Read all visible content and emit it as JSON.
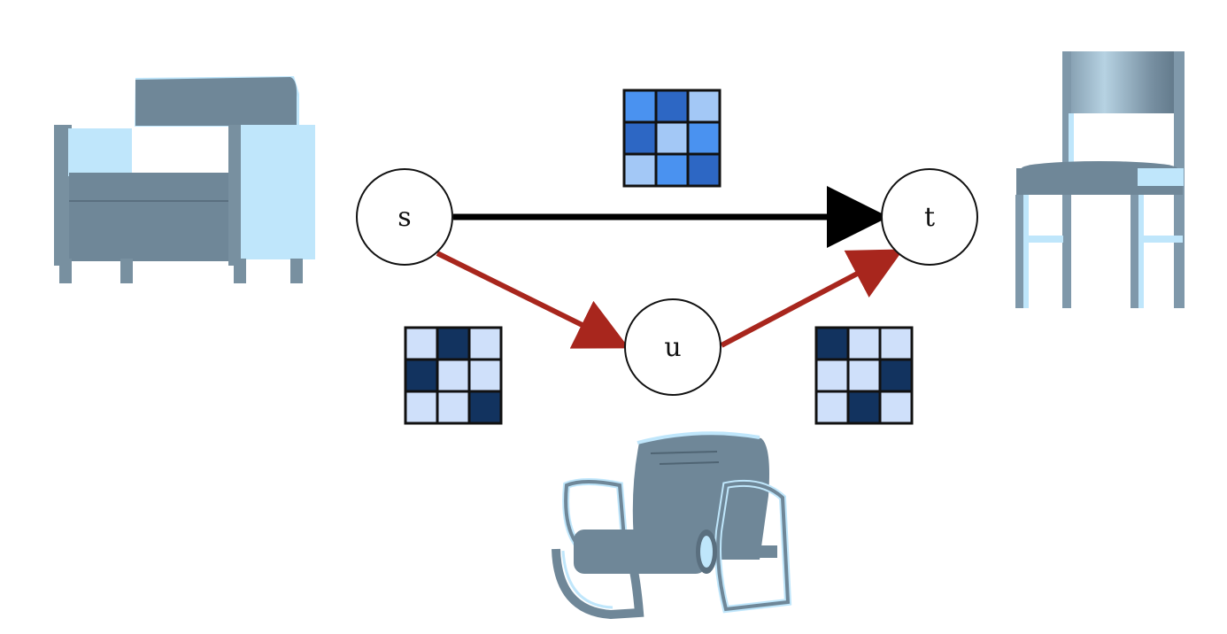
{
  "nodes": {
    "s": {
      "label": "s"
    },
    "t": {
      "label": "t"
    },
    "u": {
      "label": "u"
    }
  },
  "edges": [
    {
      "from": "s",
      "to": "t",
      "color": "#000000"
    },
    {
      "from": "s",
      "to": "u",
      "color": "#a8261d"
    },
    {
      "from": "u",
      "to": "t",
      "color": "#a8261d"
    }
  ],
  "matrices": {
    "top": {
      "cells": [
        [
          "#4a92f0",
          "#2d67c4",
          "#a3c8f6"
        ],
        [
          "#2d67c4",
          "#a3c8f6",
          "#4a92f0"
        ],
        [
          "#a3c8f6",
          "#4a92f0",
          "#2d67c4"
        ]
      ]
    },
    "left": {
      "cells": [
        [
          "#cfe0fa",
          "#12335f",
          "#cfe0fa"
        ],
        [
          "#12335f",
          "#cfe0fa",
          "#cfe0fa"
        ],
        [
          "#cfe0fa",
          "#cfe0fa",
          "#12335f"
        ]
      ]
    },
    "right": {
      "cells": [
        [
          "#12335f",
          "#cfe0fa",
          "#cfe0fa"
        ],
        [
          "#cfe0fa",
          "#cfe0fa",
          "#12335f"
        ],
        [
          "#cfe0fa",
          "#12335f",
          "#cfe0fa"
        ]
      ]
    }
  },
  "images": {
    "armchair": {
      "icon": "armchair-icon"
    },
    "side_chair": {
      "icon": "side-chair-icon"
    },
    "lounge_chair": {
      "icon": "lounge-chair-icon"
    }
  },
  "palette": {
    "chair_dark": "#6f8798",
    "chair_light": "#bfe6fb",
    "chair_mid": "#8fa7b8",
    "node_stroke": "#111111"
  }
}
